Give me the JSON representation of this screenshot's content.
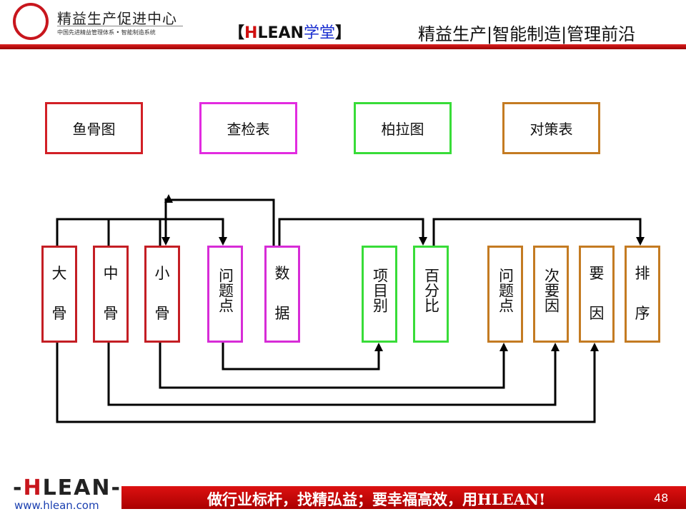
{
  "header": {
    "org_name": "精益生产促进中心",
    "org_sub": "中国先进精益管理体系 • 智能制造系统",
    "brand_open": "【",
    "brand_h": "H",
    "brand_rest": "LEAN",
    "brand_cn": "学堂",
    "brand_close": "】",
    "slogan": "精益生产|智能制造|管理前沿"
  },
  "tools": [
    {
      "label": "鱼骨图",
      "color": "#d21f26"
    },
    {
      "label": "查检表",
      "color": "#e22be0"
    },
    {
      "label": "柏拉图",
      "color": "#38dc38"
    },
    {
      "label": "对策表",
      "color": "#c47b22"
    }
  ],
  "items": [
    {
      "label": "大骨",
      "chars": [
        "大",
        "骨"
      ],
      "color": "#c41e24"
    },
    {
      "label": "中骨",
      "chars": [
        "中",
        "骨"
      ],
      "color": "#c41e24"
    },
    {
      "label": "小骨",
      "chars": [
        "小",
        "骨"
      ],
      "color": "#c41e24"
    },
    {
      "label": "问题点",
      "chars": [
        "问",
        "题",
        "点"
      ],
      "color": "#d72cd7"
    },
    {
      "label": "数据",
      "chars": [
        "数",
        "据"
      ],
      "color": "#d72cd7"
    },
    {
      "label": "项目别",
      "chars": [
        "项",
        "目",
        "别"
      ],
      "color": "#38dc38"
    },
    {
      "label": "百分比",
      "chars": [
        "百",
        "分",
        "比"
      ],
      "color": "#38dc38"
    },
    {
      "label": "问题点",
      "chars": [
        "问",
        "题",
        "点"
      ],
      "color": "#c47b22"
    },
    {
      "label": "次要因",
      "chars": [
        "次",
        "要",
        "因"
      ],
      "color": "#c47b22"
    },
    {
      "label": "要因",
      "chars": [
        "要",
        "因"
      ],
      "color": "#c47b22"
    },
    {
      "label": "排序",
      "chars": [
        "排",
        "序"
      ],
      "color": "#c47b22"
    }
  ],
  "watermark": "www.hlean.com",
  "footer": {
    "logo_h": "H",
    "logo_rest": "LEAN",
    "url": "www.hlean.com",
    "slogan": "做行业标杆，找精弘益；要幸福高效，用HLEAN!",
    "page": "48"
  }
}
